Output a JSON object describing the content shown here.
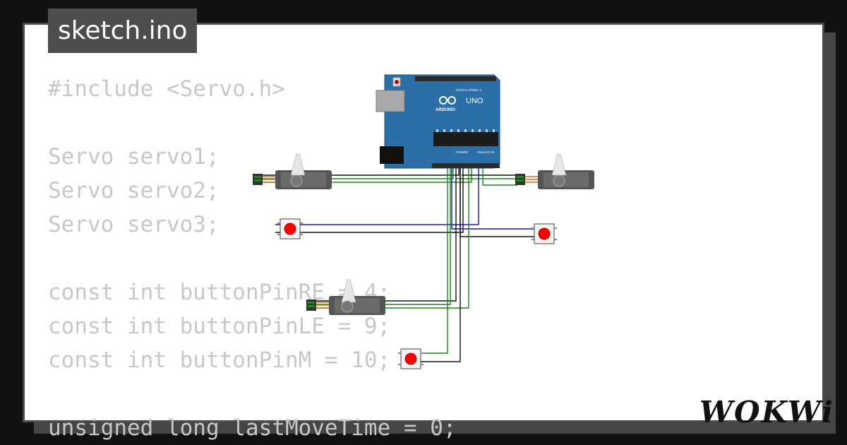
{
  "window": {
    "title": "sketch.ino"
  },
  "code": {
    "lines": [
      "#include <Servo.h>",
      "",
      "Servo servo1;",
      "Servo servo2;",
      "Servo servo3;",
      "",
      "const int buttonPinRE = 4;",
      "const int buttonPinLE = 9;",
      "const int buttonPinM = 10;",
      "",
      "unsigned long lastMoveTime = 0;"
    ]
  },
  "board": {
    "name": "Arduino UNO",
    "logo_text": "ARDUINO",
    "model_text": "UNO",
    "header_labels": [
      "DIGITAL (PWM ~)",
      "POWER",
      "ANALOG IN"
    ],
    "color": "#2a6fa8"
  },
  "components": [
    {
      "type": "servo",
      "id": "servo1",
      "icon": "servo-icon"
    },
    {
      "type": "servo",
      "id": "servo2",
      "icon": "servo-icon"
    },
    {
      "type": "servo",
      "id": "servo3",
      "icon": "servo-icon"
    },
    {
      "type": "pushbutton",
      "id": "btn1",
      "color": "#ff0000"
    },
    {
      "type": "pushbutton",
      "id": "btn2",
      "color": "#ff0000"
    },
    {
      "type": "pushbutton",
      "id": "btn3",
      "color": "#ff0000"
    }
  ],
  "wire_colors": {
    "signal": "#1a8a1a",
    "ground": "#111111",
    "button": "#1a1ab0"
  },
  "brand": {
    "text": "WOKWi"
  }
}
